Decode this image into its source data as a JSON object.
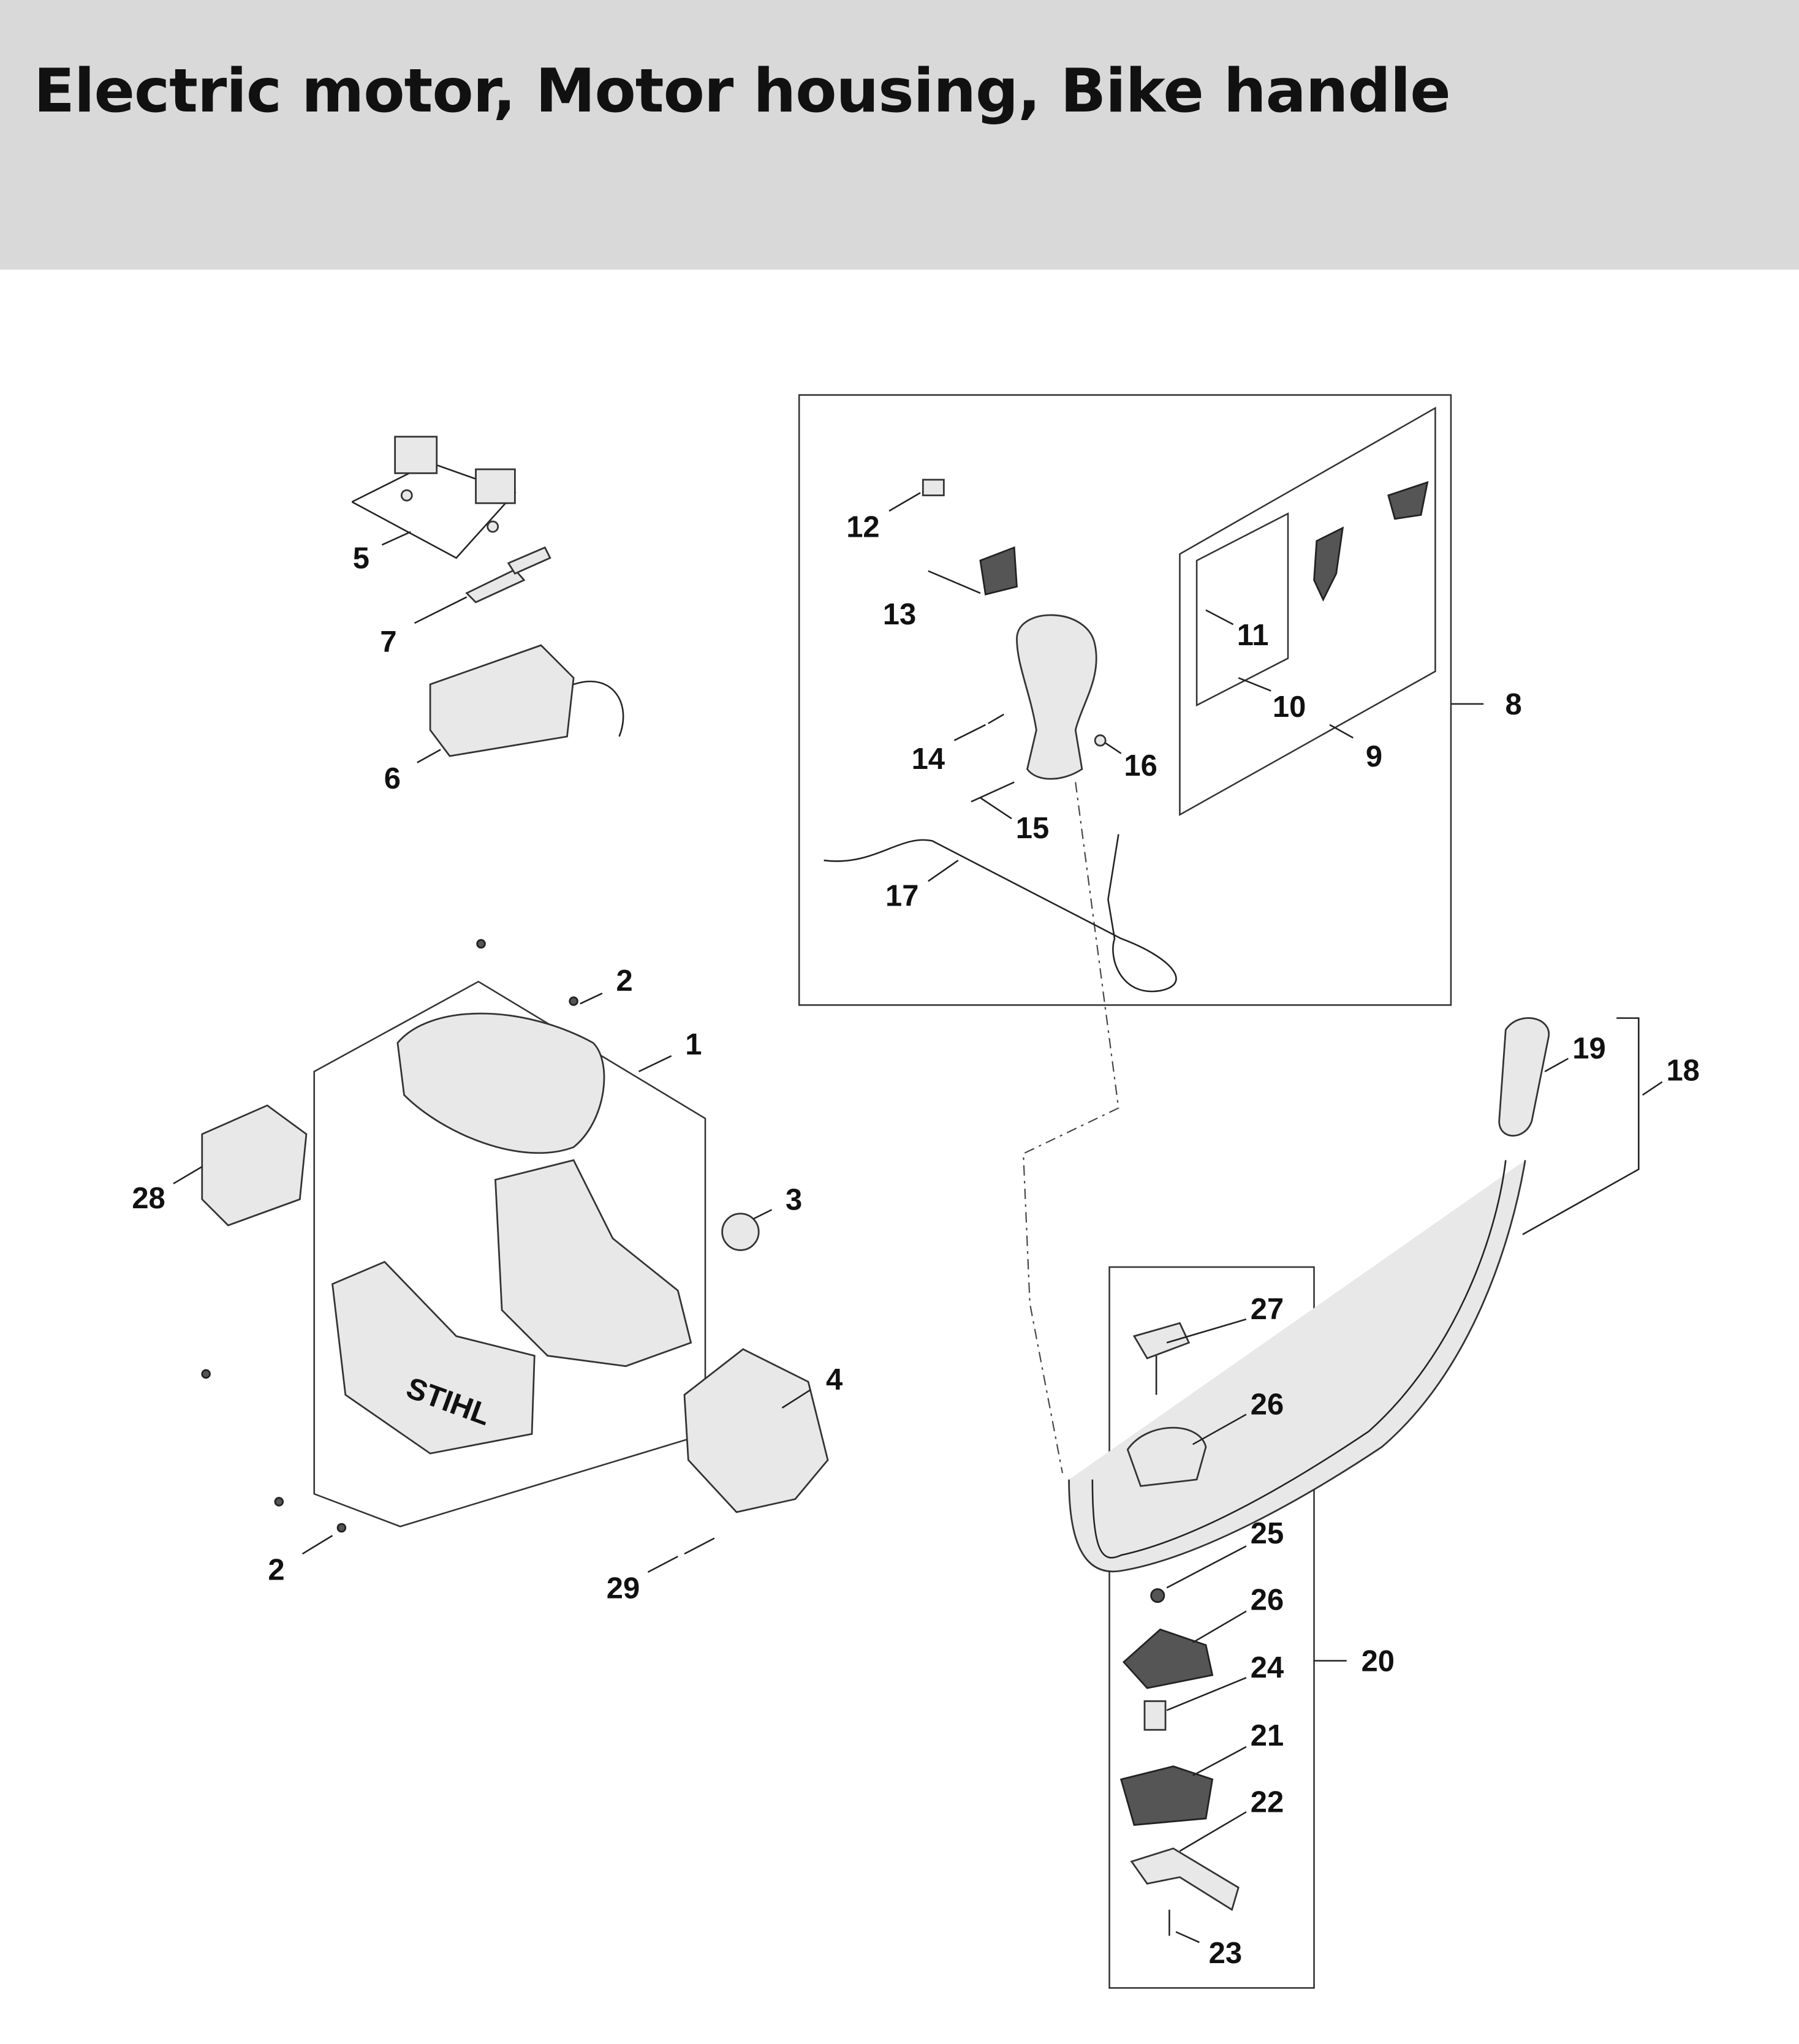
{
  "header": {
    "title": "Electric motor, Motor housing, Bike handle",
    "background": "#d9d9d9"
  },
  "diagram": {
    "callouts": [
      "5",
      "7",
      "6",
      "12",
      "13",
      "11",
      "10",
      "8",
      "9",
      "14",
      "16",
      "15",
      "17",
      "2",
      "1",
      "28",
      "3",
      "4",
      "2",
      "29",
      "19",
      "18",
      "27",
      "26",
      "25",
      "26",
      "24",
      "20",
      "21",
      "22",
      "23"
    ],
    "logo_text": "STIHL"
  }
}
